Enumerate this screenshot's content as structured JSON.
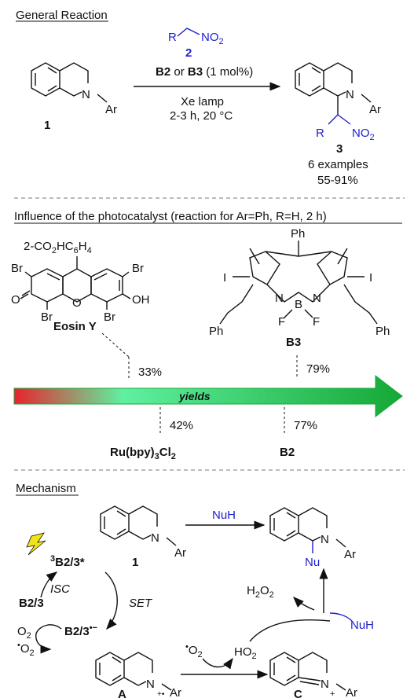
{
  "general": {
    "heading": "General Reaction",
    "reagent_r": "R",
    "reagent_no2": "NO",
    "reagent_no2_sub": "2",
    "reagent_number": "2",
    "catalyst_b2": "B2",
    "catalyst_or": "or",
    "catalyst_b3": "B3",
    "catalyst_loading": "(1 mol%)",
    "lamp": "Xe lamp",
    "conditions": "2-3 h, 20 °C",
    "substrate_number": "1",
    "n_label": "N",
    "ar_label": "Ar",
    "product_r": "R",
    "product_no2": "NO",
    "product_no2_sub": "2",
    "product_number": "3",
    "examples": "6 examples",
    "yield_range": "55-91%"
  },
  "influence": {
    "heading": "Influence of the photocatalyst (reaction for Ar=Ph, R=H, 2 h)",
    "eosin_substituent": "2-CO",
    "eosin_substituent_sub": "2",
    "eosin_substituent_rest": "HC",
    "eosin_sub_6": "6",
    "eosin_sub_h": "H",
    "eosin_sub_4": "4",
    "br": "Br",
    "o": "O",
    "oh": "OH",
    "eosin_name": "Eosin Y",
    "eosin_yield": "33%",
    "ph": "Ph",
    "iodine": "I",
    "n": "N",
    "b": "B",
    "f": "F",
    "b3_name": "B3",
    "b3_yield": "79%",
    "arrow_label": "yields",
    "ru_name": "Ru(bpy)",
    "ru_sub3": "3",
    "ru_cl": "Cl",
    "ru_sub2": "2",
    "ru_yield": "42%",
    "b2_name": "B2",
    "b2_yield": "77%"
  },
  "mechanism": {
    "heading": "Mechanism",
    "nuh_top": "NuH",
    "nu": "Nu",
    "n": "N",
    "ar": "Ar",
    "substrate_number": "1",
    "excited_sup": "3",
    "excited": "B2/3*",
    "isc": "ISC",
    "ground": "B2/3",
    "set": "SET",
    "o2": "O",
    "o2_sub": "2",
    "radical_anion": "B2/3",
    "radical_anion_sup": "•−",
    "superoxide_sup": "•",
    "superoxide": "O",
    "superoxide_sub": "2",
    "ho2": "HO",
    "ho2_sub": "2",
    "h2o2_h": "H",
    "h2o2_sub1": "2",
    "h2o2_o": "O",
    "h2o2_sub2": "2",
    "nuh_side": "NuH",
    "intermediate_a": "A",
    "intermediate_c": "C",
    "plus": "+",
    "radical_cation": "+•"
  },
  "colors": {
    "blue": "#2020d0",
    "bolt": "#f2e21a",
    "arrow_start": "#e8242c",
    "arrow_mid": "#5ff0a0",
    "arrow_end": "#15a836"
  }
}
